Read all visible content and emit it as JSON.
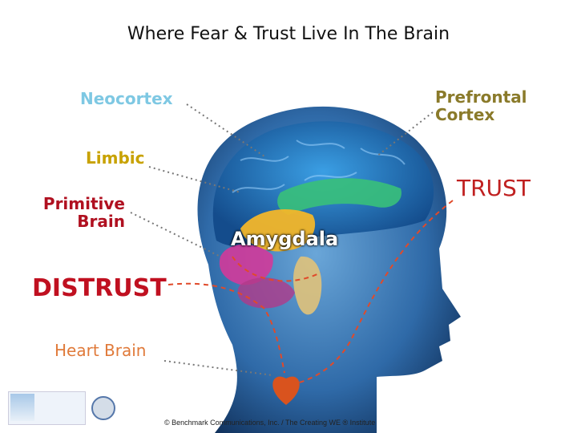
{
  "title": "Where Fear & Trust Live In The Brain",
  "labels": {
    "neocortex": "Neocortex",
    "prefrontal_line1": "Prefrontal",
    "prefrontal_line2": "Cortex",
    "limbic": "Limbic",
    "trust": "TRUST",
    "primitive_line1": "Primitive",
    "primitive_line2": "Brain",
    "amygdala": "Amygdala",
    "distrust": "DISTRUST",
    "heart_brain": "Heart Brain"
  },
  "footer": "© Benchmark Communications, Inc. / The Creating WE ® Institute",
  "colors": {
    "neocortex": "#7ec8e3",
    "prefrontal": "#8a7a2a",
    "limbic": "#c8a200",
    "trust": "#c02020",
    "primitive": "#b01020",
    "distrust": "#c01020",
    "heart_brain": "#e07a3a",
    "heart": "#d9531e"
  }
}
